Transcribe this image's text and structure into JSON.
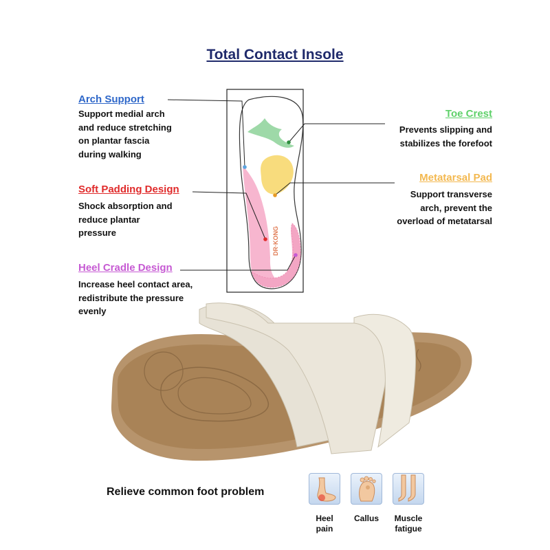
{
  "title": "Total Contact Insole",
  "colors": {
    "title": "#1f2a6b",
    "arch": "#2e67c9",
    "soft": "#e02b2b",
    "heel": "#c65ad3",
    "toe": "#5fd16a",
    "metatarsal": "#f3b84f"
  },
  "features": {
    "arch": {
      "title": "Arch Support",
      "lines": [
        "Support medial arch",
        "and reduce stretching",
        "on plantar fascia",
        "during walking"
      ]
    },
    "soft": {
      "title": "Soft Padding Design",
      "lines": [
        "Shock absorption and",
        "reduce plantar",
        "pressure"
      ]
    },
    "heel": {
      "title": "Heel Cradle Design",
      "lines": [
        "Increase heel contact area,",
        "redistribute the pressure",
        "evenly"
      ]
    },
    "toe": {
      "title": "Toe Crest",
      "lines": [
        "Prevents slipping and",
        "stabilizes the forefoot"
      ]
    },
    "metatarsal": {
      "title": "Metatarsal Pad",
      "lines": [
        "Support transverse",
        "arch, prevent the",
        "overload of metatarsal"
      ]
    }
  },
  "insole_brand": "DR·KONG",
  "relieve_text": "Relieve common foot problem",
  "problems": [
    {
      "label_lines": [
        "Heel",
        "pain"
      ],
      "icon": "heel-pain-icon"
    },
    {
      "label_lines": [
        "Callus"
      ],
      "icon": "callus-icon"
    },
    {
      "label_lines": [
        "Muscle",
        "fatigue"
      ],
      "icon": "muscle-fatigue-icon"
    }
  ]
}
